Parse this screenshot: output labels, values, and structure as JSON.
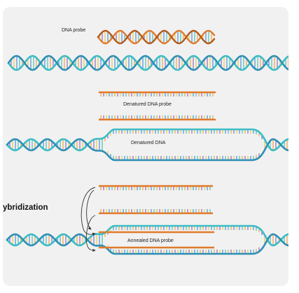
{
  "labels": {
    "dna_probe": "DNA probe",
    "denatured_dna_probe": "Denatured DNA probe",
    "denatured_dna": "Denatured DNA",
    "hybridization": "ybridization",
    "annealed_dna_probe": "Annealed DNA probe"
  },
  "colors": {
    "card_background": "#f1f1f1",
    "probe_strand_orange": "#e27a2a",
    "probe_strand_dark": "#b2591c",
    "dna_strand_teal": "#3bbcc4",
    "dna_strand_blue": "#2d8fb5",
    "base_orange": "#f3a04a",
    "base_yellow": "#e8c84a",
    "base_purple": "#8a6fc0",
    "base_blue": "#4f8ee0",
    "base_teal": "#49c3b2",
    "arrow": "#333333"
  }
}
